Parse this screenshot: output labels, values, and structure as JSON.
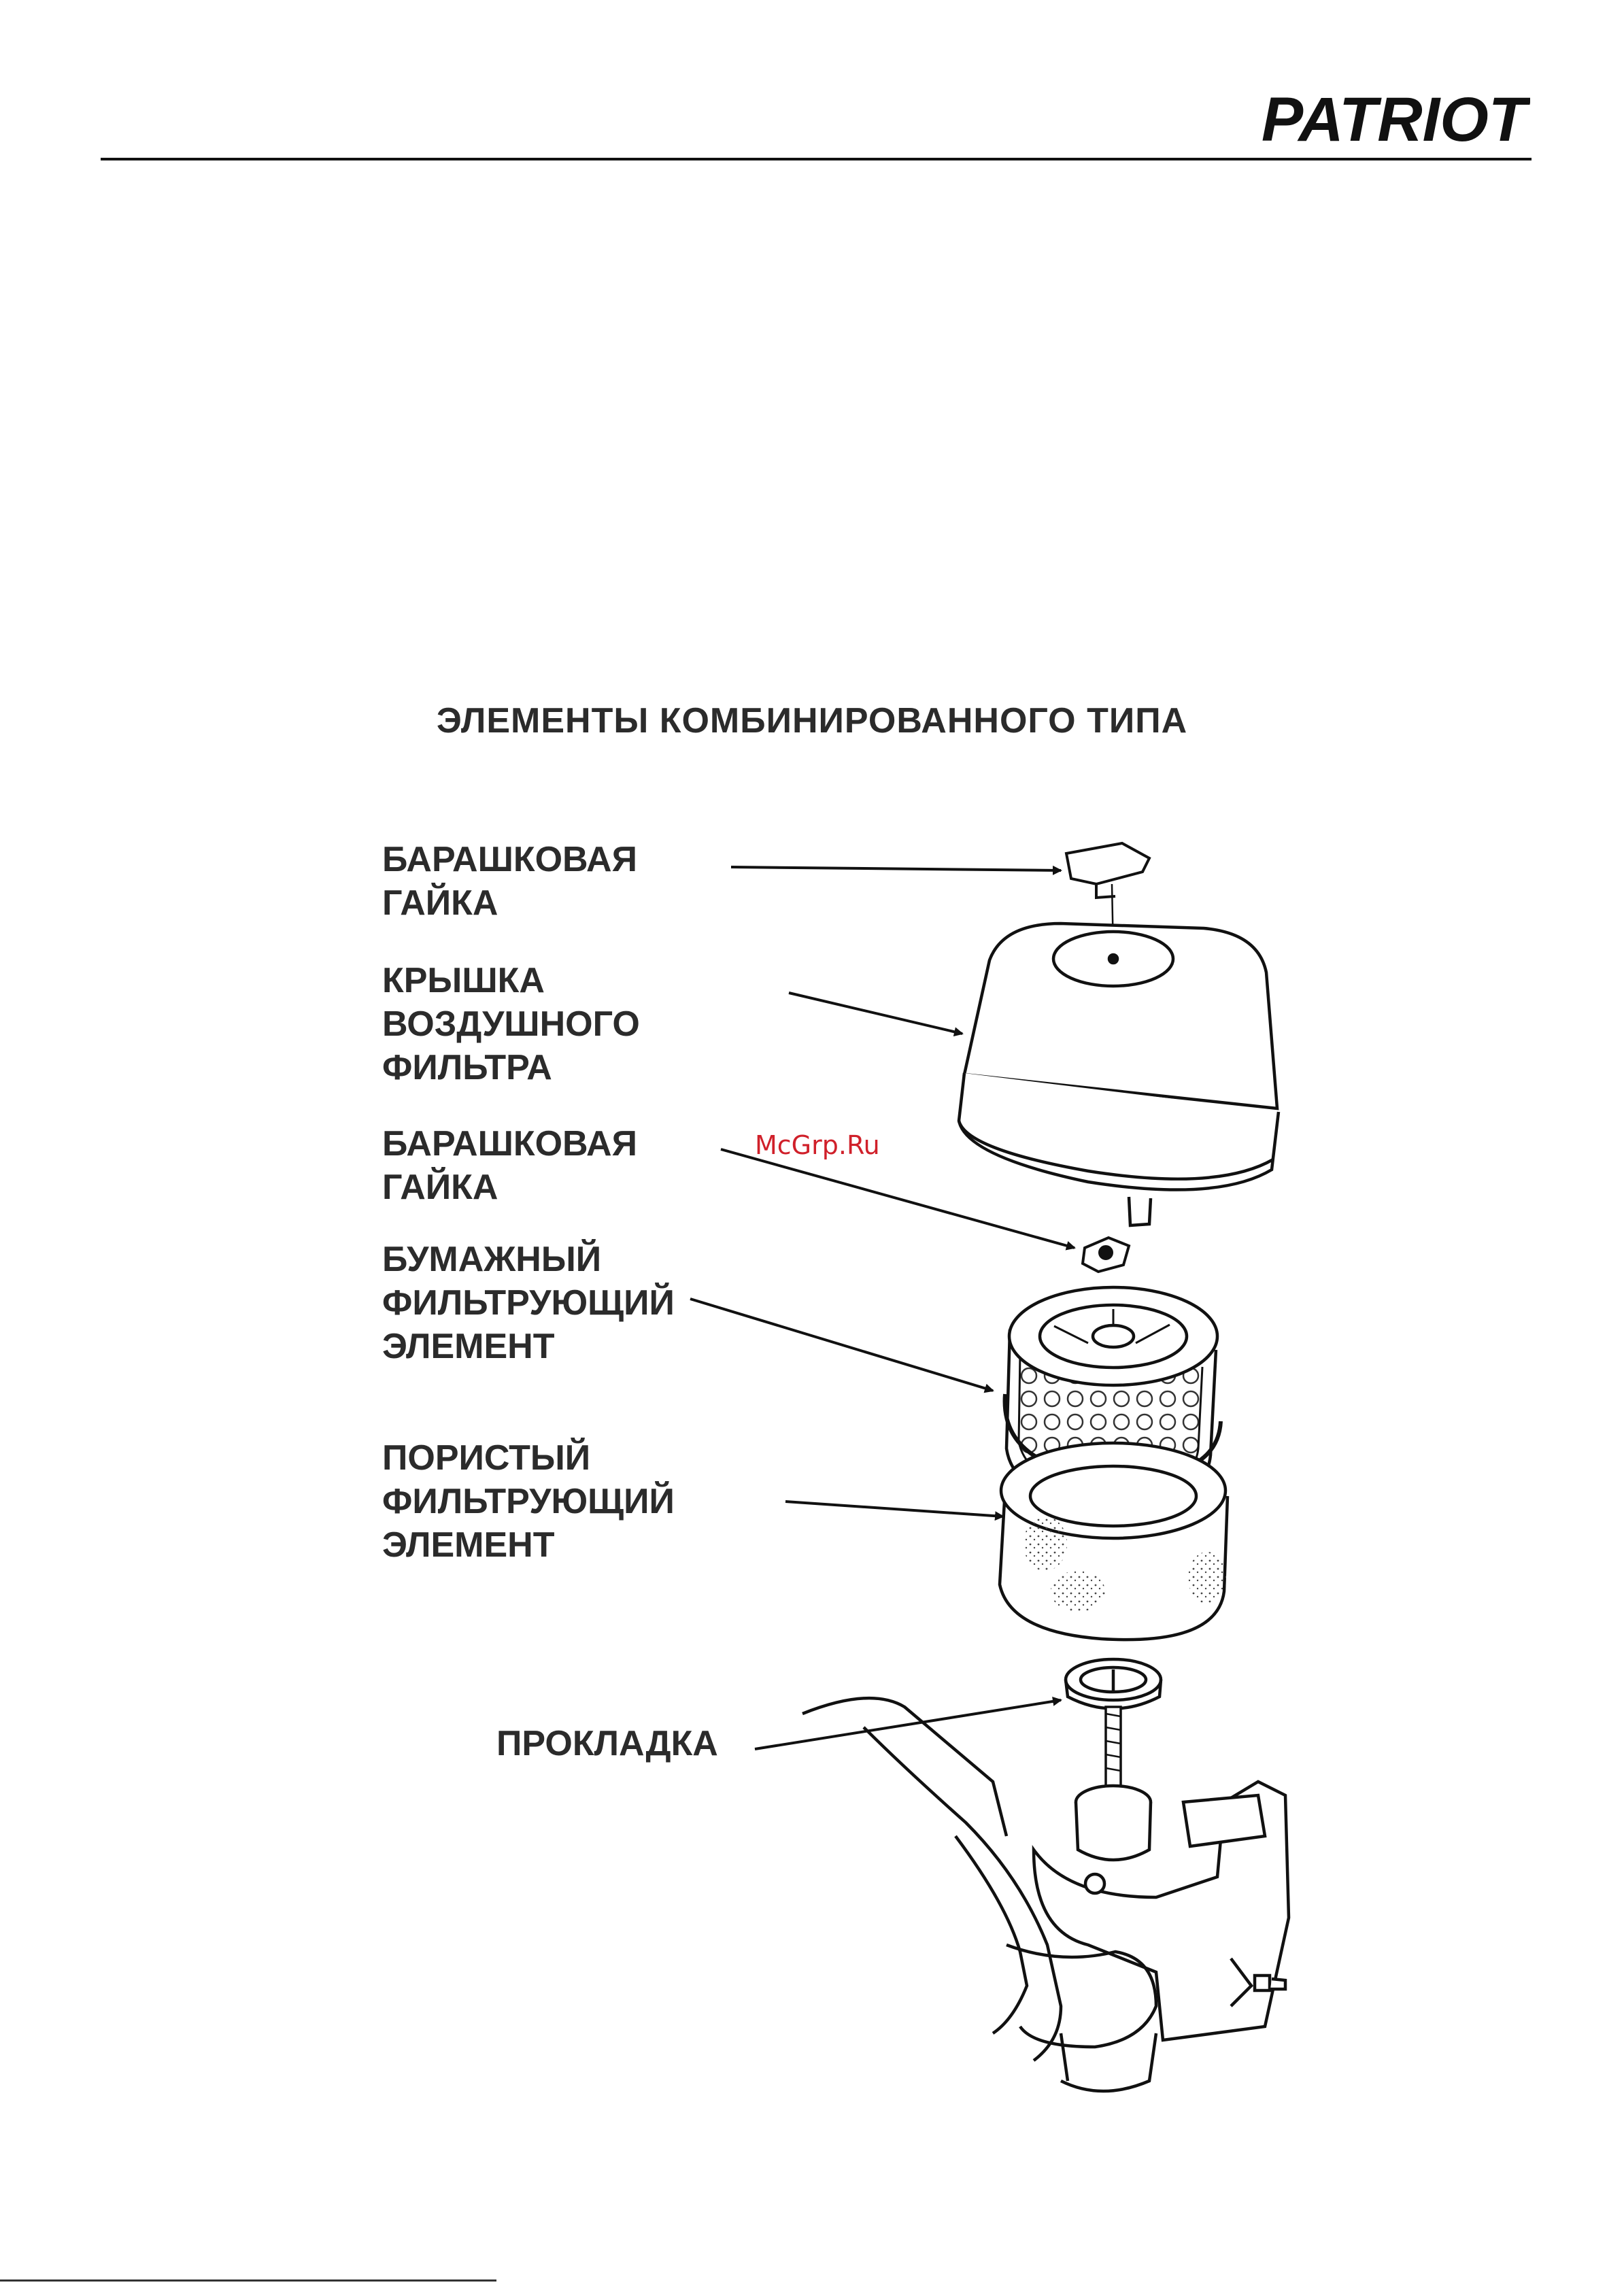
{
  "header": {
    "brand": "PATRIOT"
  },
  "diagram": {
    "title": "ЭЛЕМЕНТЫ КОМБИНИРОВАННОГО ТИПА",
    "labels": [
      {
        "lines": [
          "БАРАШКОВАЯ",
          "ГАЙКА"
        ]
      },
      {
        "lines": [
          "КРЫШКА",
          "ВОЗДУШНОГО",
          "ФИЛЬТРА"
        ]
      },
      {
        "lines": [
          "БАРАШКОВАЯ",
          "ГАЙКА"
        ]
      },
      {
        "lines": [
          "БУМАЖНЫЙ",
          "ФИЛЬТРУЮЩИЙ",
          "ЭЛЕМЕНТ"
        ]
      },
      {
        "lines": [
          "ПОРИСТЫЙ",
          "ФИЛЬТРУЮЩИЙ",
          "ЭЛЕМЕНТ"
        ]
      },
      {
        "lines": [
          "ПРОКЛАДКА"
        ]
      }
    ]
  },
  "watermark": "McGrp.Ru"
}
